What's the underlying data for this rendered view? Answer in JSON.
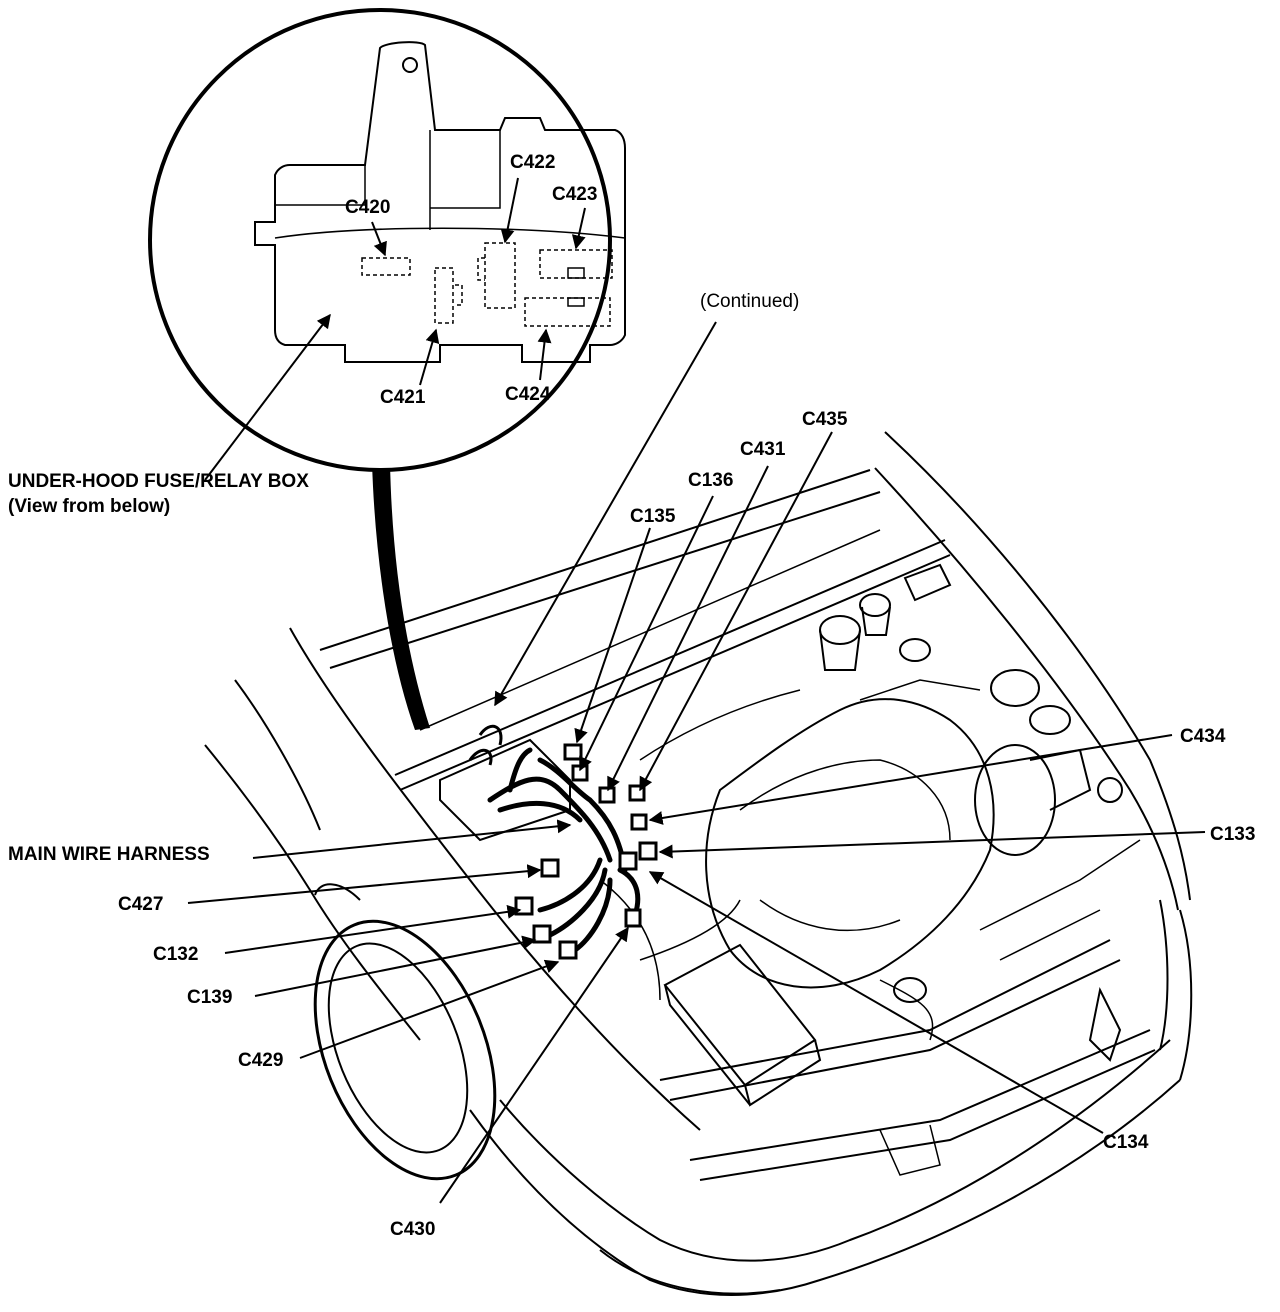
{
  "callouts": {
    "fuse_box_title": "UNDER-HOOD FUSE/RELAY BOX",
    "fuse_box_subtitle": "(View from below)",
    "continued": "(Continued)",
    "main_wire_harness": "MAIN WIRE HARNESS"
  },
  "inset_connectors": [
    "C420",
    "C421",
    "C422",
    "C423",
    "C424"
  ],
  "engine_connectors": [
    "C135",
    "C136",
    "C431",
    "C435",
    "C434",
    "C133",
    "C134",
    "C427",
    "C132",
    "C139",
    "C429",
    "C430"
  ],
  "colors": {
    "ink": "#000000",
    "paper": "#ffffff"
  }
}
